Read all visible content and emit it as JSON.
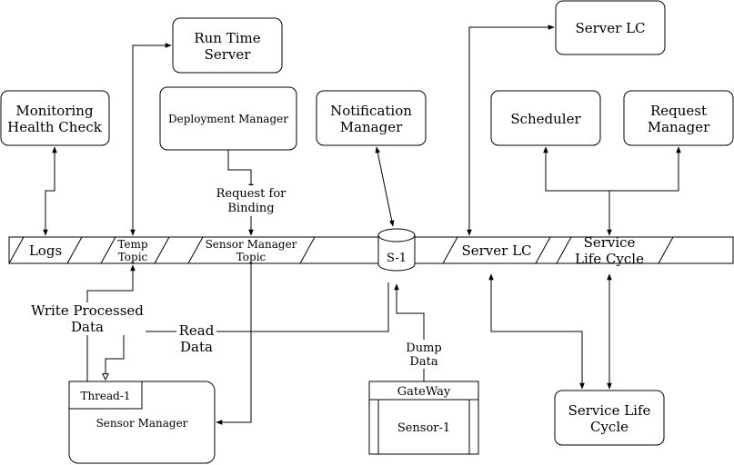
{
  "nodes": {
    "run_time_server": [
      "Run Time",
      "Server"
    ],
    "monitoring": [
      "Monitoring",
      "Health Check"
    ],
    "deployment_manager": "Deployment Manager",
    "notification_manager": [
      "Notification",
      "Manager"
    ],
    "server_lc_top": "Server LC",
    "scheduler": "Scheduler",
    "request_manager": [
      "Request",
      "Manager"
    ],
    "sensor_manager": "Sensor Manager",
    "thread1": "Thread-1",
    "gateway": "GateWay",
    "sensor1": "Sensor-1",
    "service_life_cycle": [
      "Service Life",
      "Cycle"
    ]
  },
  "bus": {
    "logs": "Logs",
    "temp_topic": [
      "Temp",
      "Topic"
    ],
    "sensor_manager_topic": [
      "Sensor Manager",
      "Topic"
    ],
    "s1": "S-1",
    "server_lc": "Server LC",
    "service_life_cycle": [
      "Service",
      "Life Cycle"
    ]
  },
  "labels": {
    "request_for_binding": [
      "Request for",
      "Binding"
    ],
    "write_processed_data": [
      "Write Processed",
      "Data"
    ],
    "read_data": [
      "Read",
      "Data"
    ],
    "dump_data": [
      "Dump",
      "Data"
    ]
  }
}
